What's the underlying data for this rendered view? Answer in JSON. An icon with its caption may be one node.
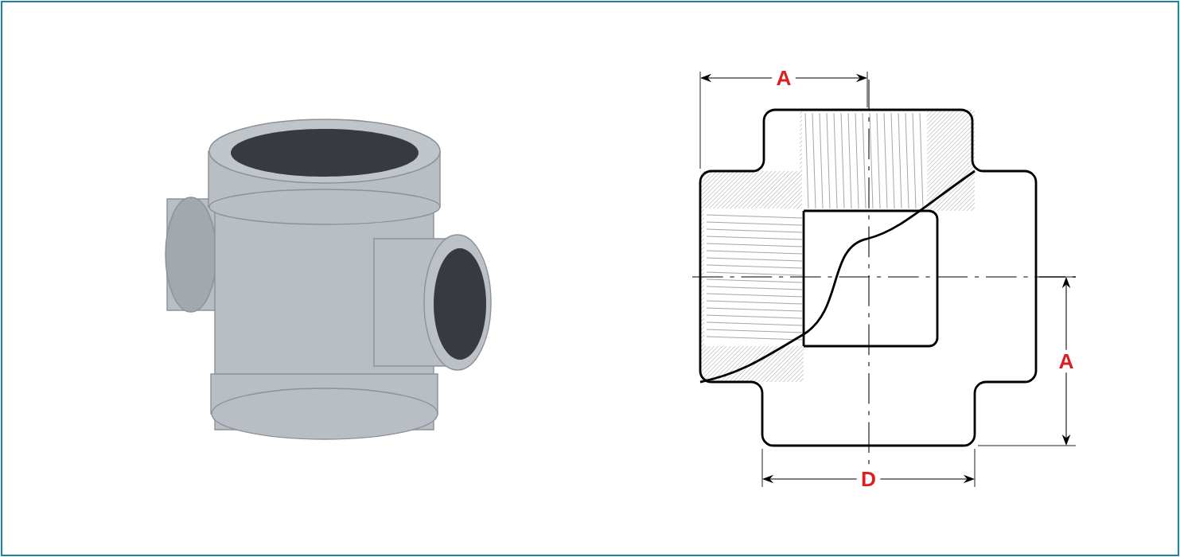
{
  "diagram": {
    "labels": [
      "A",
      "A",
      "D"
    ]
  }
}
